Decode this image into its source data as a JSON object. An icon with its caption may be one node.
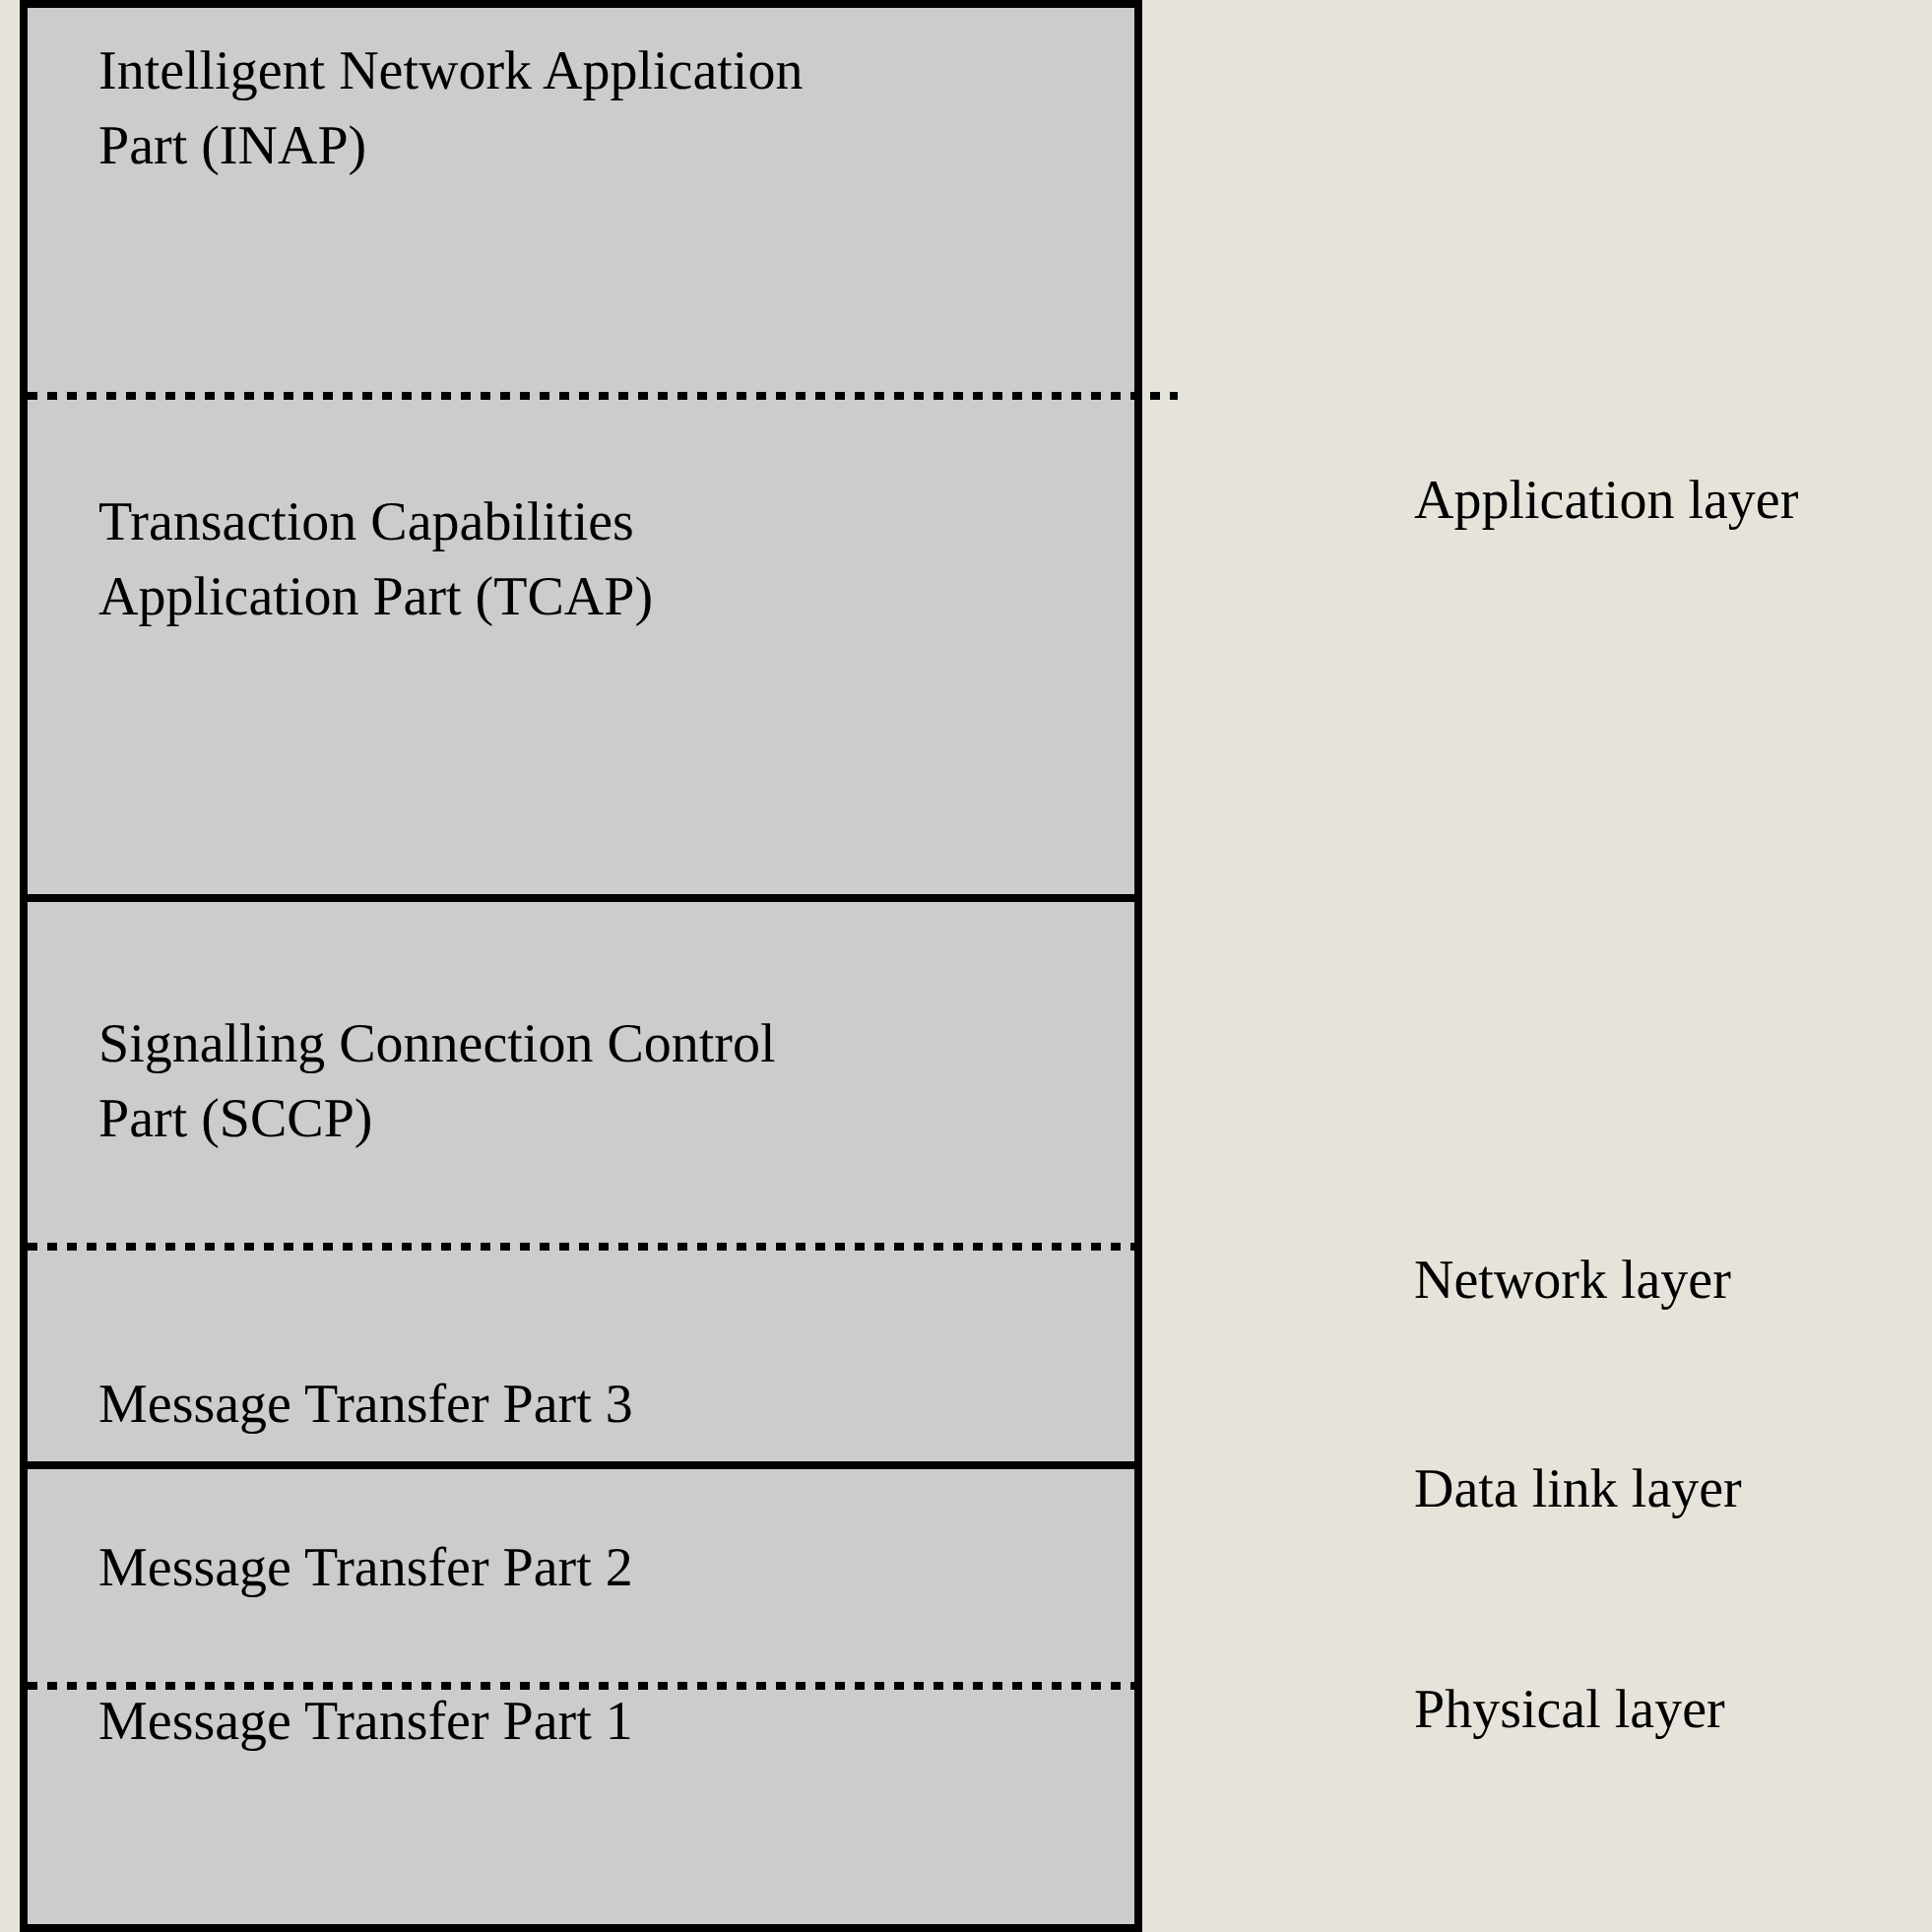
{
  "diagram": {
    "nodes": [
      {
        "text": [],
        "shape": "box"
      },
      {
        "text": [
          "Intelligent Network Application Part (INAP)"
        ],
        "in": 0
      },
      {
        "text": [
          "Transaction Capabilities Application Part (TCAP)"
        ],
        "in": 0
      },
      {
        "text": [],
        "shape": "box"
      },
      {
        "text": [
          "Signalling Connection Control Part (SCCP)"
        ],
        "in": 3
      },
      {
        "text": [
          "Message Transfer Part 3"
        ],
        "in": 3
      },
      {
        "text": [],
        "shape": "box"
      },
      {
        "text": [
          "Message Transfer Part 2"
        ],
        "in": 6
      },
      {
        "text": [
          "Message Transfer Part 1"
        ],
        "in": 6
      }
    ],
    "labels": [
      "Application layer",
      "Network layer",
      "Data link layer",
      "Physical layer"
    ]
  }
}
